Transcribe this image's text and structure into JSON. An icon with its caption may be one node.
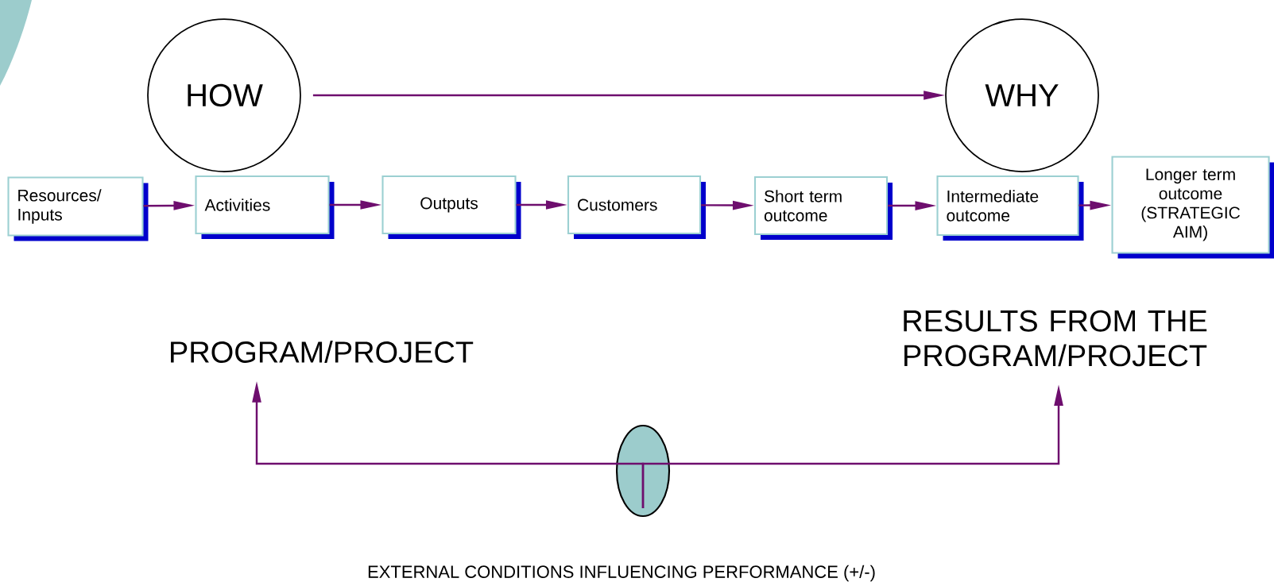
{
  "diagram": {
    "nodes": [
      {
        "text": [
          "HOW"
        ]
      },
      {
        "text": [
          "WHY"
        ]
      },
      {
        "text": [
          "Resources/ Inputs"
        ]
      },
      {
        "text": [
          "Activities"
        ]
      },
      {
        "text": [
          "Outputs"
        ]
      },
      {
        "text": [
          "Customers"
        ]
      },
      {
        "text": [
          "Short term outcome"
        ]
      },
      {
        "text": [
          "Intermediate outcome"
        ]
      },
      {
        "text": [
          "Longer term outcome (STRATEGIC AIM)"
        ]
      },
      {
        "text": [
          "PROGRAM/PROJECT"
        ]
      },
      {
        "text": [
          "RESULTS FROM THE PROGRAM/PROJECT"
        ]
      },
      {
        "text": [],
        "shape": "ellipse"
      }
    ],
    "edges": [
      {
        "from": 0,
        "to": 1,
        "arrow": "to"
      },
      {
        "from": 2,
        "to": 3,
        "arrow": "to"
      },
      {
        "from": 3,
        "to": 4,
        "arrow": "to"
      },
      {
        "from": 4,
        "to": 5,
        "arrow": "to"
      },
      {
        "from": 5,
        "to": 6,
        "arrow": "to"
      },
      {
        "from": 6,
        "to": 7,
        "arrow": "to"
      },
      {
        "from": 7,
        "to": 8,
        "arrow": "to"
      },
      {
        "from": 11,
        "to": 9,
        "arrow": "to"
      },
      {
        "from": 11,
        "to": 10,
        "arrow": "to"
      }
    ],
    "labels": [
      "EXTERNAL CONDITIONS INFLUENCING PERFORMANCE (+/-)"
    ]
  }
}
